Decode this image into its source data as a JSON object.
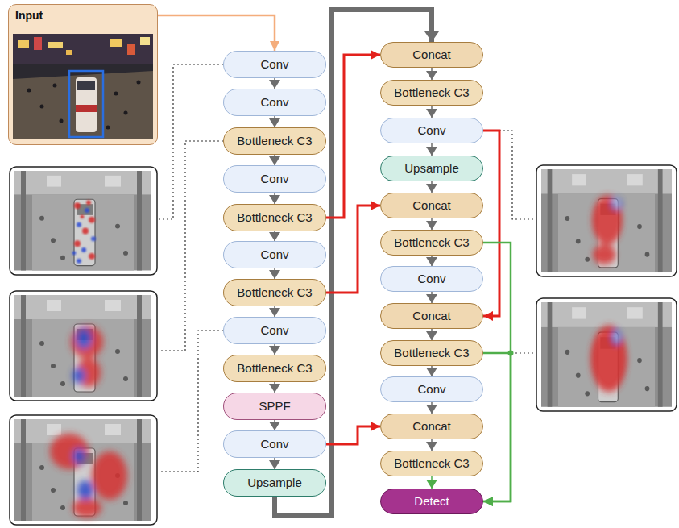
{
  "diagram": {
    "nodes": [
      {
        "text": [
          "Input"
        ]
      },
      {
        "text": [
          "Conv"
        ]
      },
      {
        "text": [
          "Conv"
        ]
      },
      {
        "text": [
          "Bottleneck C3"
        ]
      },
      {
        "text": [
          "Conv"
        ]
      },
      {
        "text": [
          "Bottleneck C3"
        ]
      },
      {
        "text": [
          "Conv"
        ]
      },
      {
        "text": [
          "Bottleneck C3"
        ]
      },
      {
        "text": [
          "Conv"
        ]
      },
      {
        "text": [
          "Bottleneck C3"
        ]
      },
      {
        "text": [
          "SPPF"
        ]
      },
      {
        "text": [
          "Conv"
        ]
      },
      {
        "text": [
          "Upsample"
        ]
      },
      {
        "text": [
          "Concat"
        ]
      },
      {
        "text": [
          "Bottleneck C3"
        ]
      },
      {
        "text": [
          "Conv"
        ]
      },
      {
        "text": [
          "Upsample"
        ]
      },
      {
        "text": [
          "Concat"
        ]
      },
      {
        "text": [
          "Bottleneck C3"
        ]
      },
      {
        "text": [
          "Conv"
        ]
      },
      {
        "text": [
          "Concat"
        ]
      },
      {
        "text": [
          "Bottleneck C3"
        ]
      },
      {
        "text": [
          "Conv"
        ]
      },
      {
        "text": [
          "Concat"
        ]
      },
      {
        "text": [
          "Bottleneck C3"
        ]
      },
      {
        "text": [
          "Detect"
        ]
      }
    ],
    "edges": [
      {
        "from": 0,
        "to": 1,
        "arrow": "to"
      },
      {
        "from": 1,
        "to": 2,
        "arrow": "to"
      },
      {
        "from": 2,
        "to": 3,
        "arrow": "to"
      },
      {
        "from": 3,
        "to": 4,
        "arrow": "to"
      },
      {
        "from": 4,
        "to": 5,
        "arrow": "to"
      },
      {
        "from": 5,
        "to": 6,
        "arrow": "to"
      },
      {
        "from": 6,
        "to": 7,
        "arrow": "to"
      },
      {
        "from": 7,
        "to": 8,
        "arrow": "to"
      },
      {
        "from": 8,
        "to": 9,
        "arrow": "to"
      },
      {
        "from": 9,
        "to": 10,
        "arrow": "to"
      },
      {
        "from": 10,
        "to": 11,
        "arrow": "to"
      },
      {
        "from": 11,
        "to": 12,
        "arrow": "to"
      },
      {
        "from": 12,
        "to": 13,
        "arrow": "to"
      },
      {
        "from": 13,
        "to": 14,
        "arrow": "to"
      },
      {
        "from": 14,
        "to": 15,
        "arrow": "to"
      },
      {
        "from": 15,
        "to": 16,
        "arrow": "to"
      },
      {
        "from": 16,
        "to": 17,
        "arrow": "to"
      },
      {
        "from": 17,
        "to": 18,
        "arrow": "to"
      },
      {
        "from": 18,
        "to": 19,
        "arrow": "to"
      },
      {
        "from": 19,
        "to": 20,
        "arrow": "to"
      },
      {
        "from": 20,
        "to": 21,
        "arrow": "to"
      },
      {
        "from": 21,
        "to": 22,
        "arrow": "to"
      },
      {
        "from": 22,
        "to": 23,
        "arrow": "to"
      },
      {
        "from": 23,
        "to": 24,
        "arrow": "to"
      },
      {
        "from": 24,
        "to": 25,
        "arrow": "to"
      },
      {
        "from": 5,
        "to": 13,
        "arrow": "to"
      },
      {
        "from": 7,
        "to": 17,
        "arrow": "to"
      },
      {
        "from": 11,
        "to": 23,
        "arrow": "to"
      },
      {
        "from": 15,
        "to": 20,
        "arrow": "to"
      },
      {
        "from": 18,
        "to": 25,
        "arrow": "to"
      },
      {
        "from": 21,
        "to": 25,
        "arrow": "to"
      }
    ]
  }
}
